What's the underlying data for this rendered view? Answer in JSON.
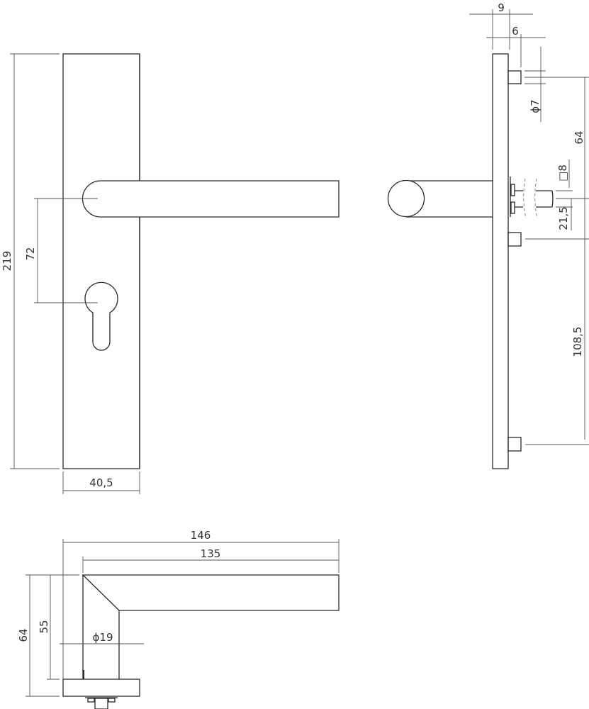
{
  "drawing": {
    "subject": "door lever handle on long backplate with euro-profile cylinder hole",
    "colors": {
      "line": "#2a2a2a",
      "dimension": "#555555",
      "text": "#333333",
      "background": "#ffffff"
    },
    "front_view": {
      "dimensions": {
        "plate_height": "219",
        "plate_width": "40,5",
        "handle_to_cylinder": "72"
      }
    },
    "side_view": {
      "dimensions": {
        "plate_thickness": "9",
        "boss_depth": "6",
        "screw_diameter": "ϕ7",
        "top_screw_to_spindle": "64",
        "spindle_square": "□8",
        "spindle_to_screw": "21,5",
        "screw_spacing": "108,5"
      }
    },
    "top_view": {
      "dimensions": {
        "overall_length": "146",
        "lever_length": "135",
        "overall_projection": "64",
        "lever_height": "55",
        "neck_diameter": "ϕ19"
      }
    }
  }
}
